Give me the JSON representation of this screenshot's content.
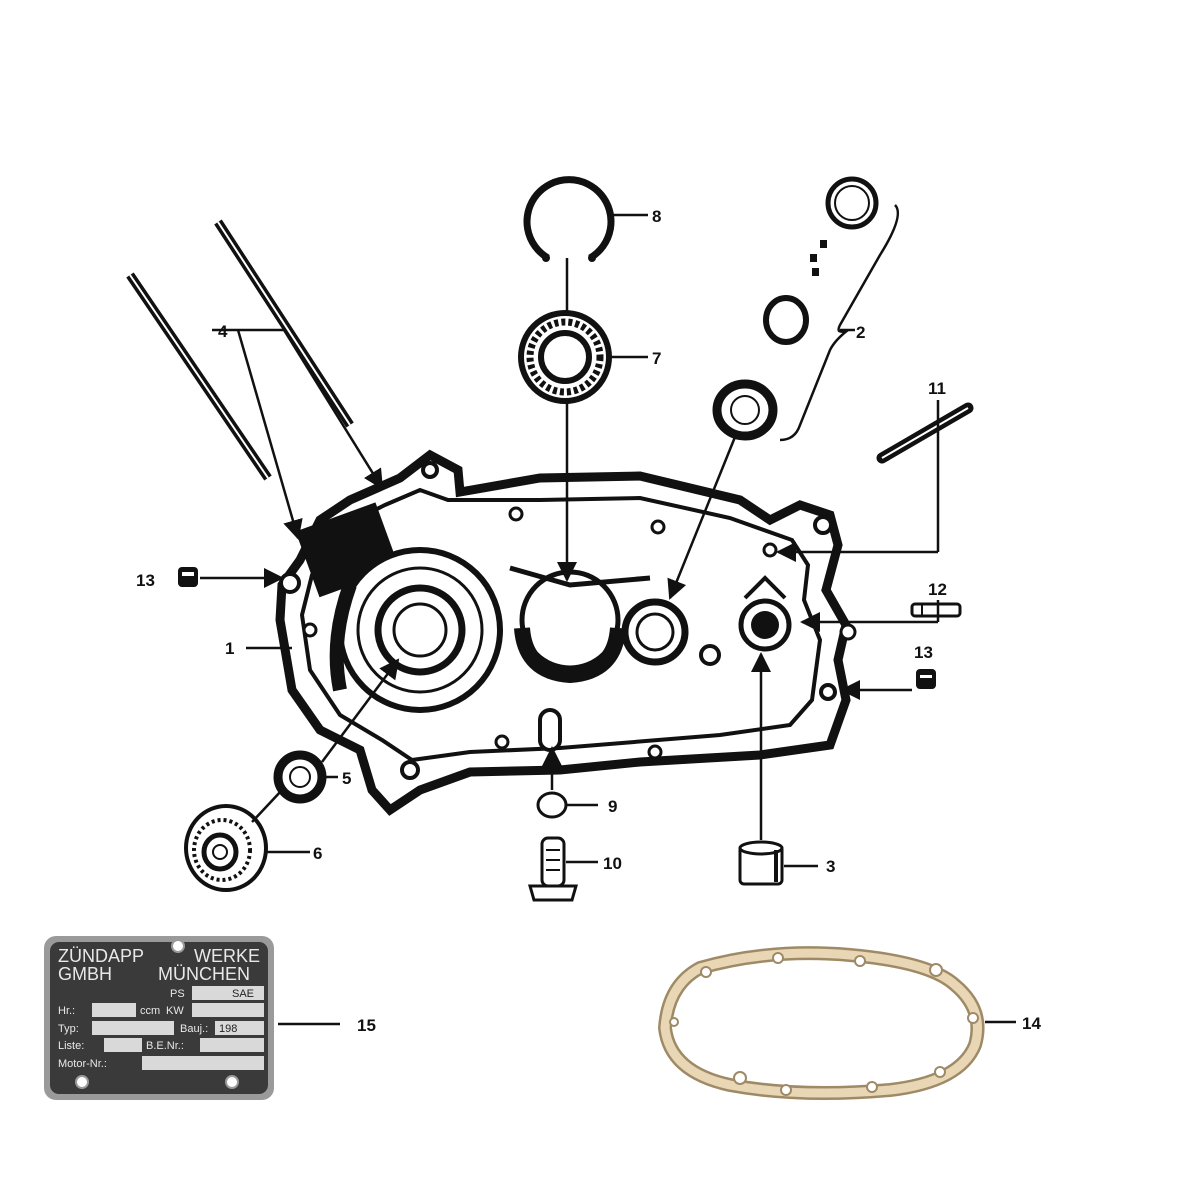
{
  "callouts": {
    "c1": "1",
    "c2": "2",
    "c3": "3",
    "c4": "4",
    "c5": "5",
    "c6": "6",
    "c7": "7",
    "c8": "8",
    "c9": "9",
    "c10": "10",
    "c11": "11",
    "c12": "12",
    "c13a": "13",
    "c13b": "13",
    "c14": "14",
    "c15": "15"
  },
  "nameplate": {
    "line1_left": "ZÜNDAPP",
    "line1_right": "WERKE",
    "line2_left": "GMBH",
    "line2_right": "MÜNCHEN",
    "ps": "PS",
    "sae": "SAE",
    "hr": "Hr.:",
    "ccm": "ccm",
    "kw": "KW",
    "typ": "Typ:",
    "bauj": "Bauj.:",
    "bauj_value": "198",
    "liste": "Liste:",
    "benr": "B.E.Nr.:",
    "motor": "Motor-Nr.:"
  },
  "colors": {
    "ink": "#111111",
    "plate": "#3a3a3a",
    "plate_frame": "#9a9a9a",
    "gasket": "#e8d6b4",
    "gasket_edge": "#9e8a66"
  }
}
